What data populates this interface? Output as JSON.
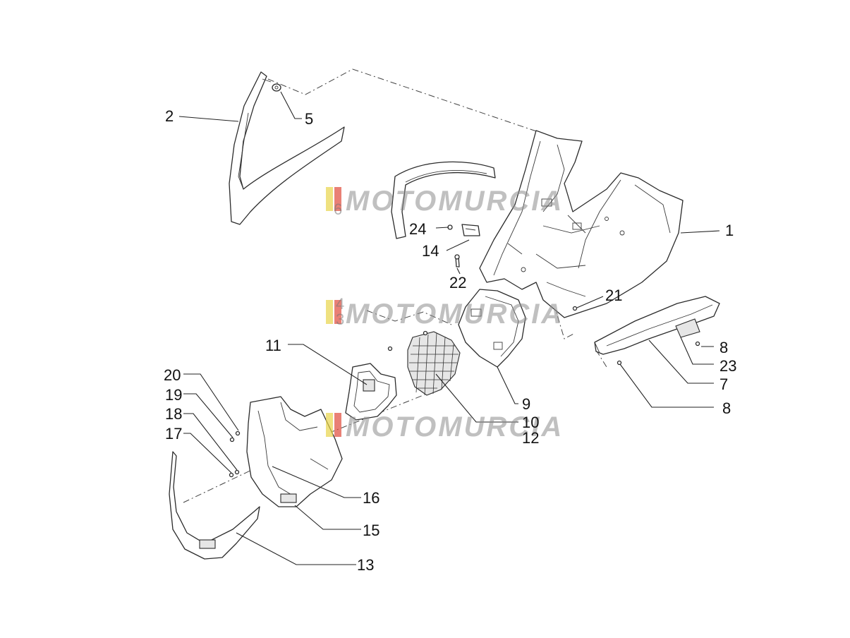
{
  "watermark": {
    "text": "MOTOMURCIA",
    "flag_colors": [
      "#e8d44a",
      "#e04a3a"
    ]
  },
  "callouts": {
    "c1": "1",
    "c2": "2",
    "c5": "5",
    "c7": "7",
    "c8a": "8",
    "c8b": "8",
    "c9": "9",
    "c10": "10",
    "c11": "11",
    "c12": "12",
    "c13": "13",
    "c14": "14",
    "c15": "15",
    "c16": "16",
    "c17": "17",
    "c18": "18",
    "c19": "19",
    "c20": "20",
    "c21": "21",
    "c22": "22",
    "c23": "23",
    "c24": "24"
  },
  "faint_labels": {
    "f6": "6",
    "f4": "4",
    "f3": "3"
  }
}
